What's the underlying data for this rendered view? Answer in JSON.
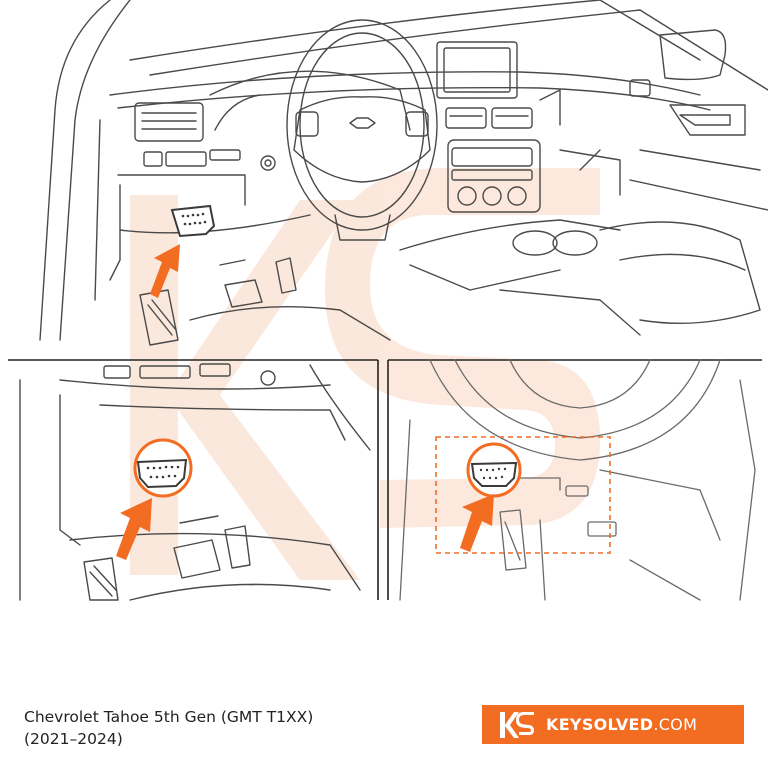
{
  "caption": {
    "line1": "Chevrolet Tahoe 5th Gen (GMT T1XX)",
    "line2": "(2021–2024)"
  },
  "brand": {
    "name_bold": "KEYSOLVED",
    "name_light": ".COM",
    "mark_icon": "ks-logo-icon",
    "bar_color": "#f26c22"
  },
  "colors": {
    "accent": "#f26c22",
    "line": "#4a4a4a",
    "watermark": "#fbe3d4"
  }
}
